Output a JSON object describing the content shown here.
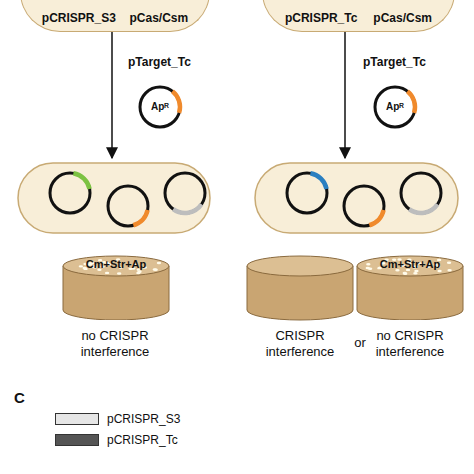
{
  "diagram": {
    "nodes": [
      {
        "text": [
          "pCRISPR_S3",
          "pCas/Csm"
        ]
      },
      {
        "text": [
          "pCRISPR_Tc",
          "pCas/Csm"
        ]
      },
      {
        "text": [
          "pTarget_Tc",
          "Apᴿ"
        ]
      },
      {
        "text": [
          "pTarget_Tc",
          "Apᴿ"
        ]
      },
      {
        "text": [
          "Cm+Str+Ap"
        ]
      },
      {
        "text": [
          "Cm+Str+Ap"
        ]
      }
    ],
    "labels": [
      "no CRISPR interference",
      "CRISPR interference",
      "or",
      "no CRISPR interference",
      "C"
    ],
    "legend": [
      {
        "text": "pCRISPR_S3",
        "color": "#e6e6e6"
      },
      {
        "text": "pCRISPR_Tc",
        "color": "#555555"
      }
    ]
  }
}
